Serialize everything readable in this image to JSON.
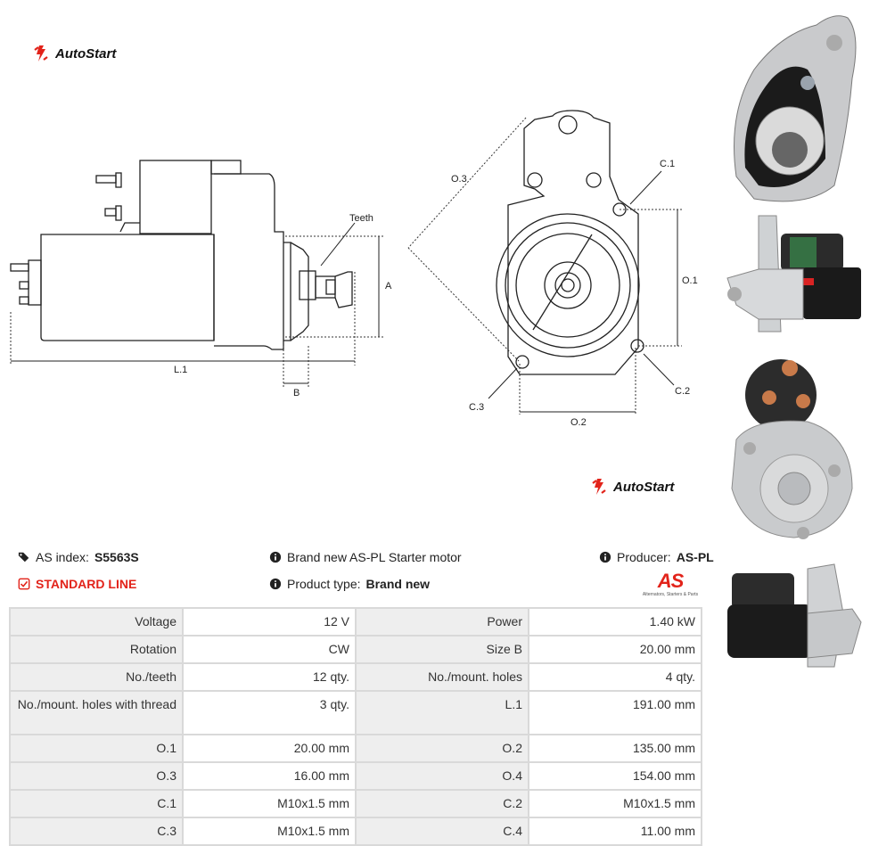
{
  "brand": {
    "name": "AutoStart"
  },
  "drawing": {
    "labels": {
      "teeth": "Teeth",
      "a": "A",
      "b": "B",
      "l1": "L.1",
      "o1": "O.1",
      "o2": "O.2",
      "o3": "O.3",
      "c1": "C.1",
      "c2": "C.2",
      "c3": "C.3"
    }
  },
  "info": {
    "as_index_label": "AS index:",
    "as_index_value": "S5563S",
    "line_label": "STANDARD LINE",
    "description": "Brand new AS-PL Starter motor",
    "product_type_label": "Product type:",
    "product_type_value": "Brand new",
    "producer_label": "Producer:",
    "producer_value": "AS-PL",
    "producer_logo_text": "AS",
    "producer_tagline": "Alternators, Starters & Parts"
  },
  "specs": [
    [
      {
        "k": "Voltage",
        "v": "12 V"
      },
      {
        "k": "Power",
        "v": "1.40 kW"
      }
    ],
    [
      {
        "k": "Rotation",
        "v": "CW"
      },
      {
        "k": "Size B",
        "v": "20.00 mm"
      }
    ],
    [
      {
        "k": "No./teeth",
        "v": "12 qty."
      },
      {
        "k": "No./mount. holes",
        "v": "4 qty."
      }
    ],
    [
      {
        "k": "No./mount. holes with thread",
        "v": "3 qty."
      },
      {
        "k": "L.1",
        "v": "191.00 mm"
      }
    ],
    [
      {
        "k": "O.1",
        "v": "20.00 mm"
      },
      {
        "k": "O.2",
        "v": "135.00 mm"
      }
    ],
    [
      {
        "k": "O.3",
        "v": "16.00 mm"
      },
      {
        "k": "O.4",
        "v": "154.00 mm"
      }
    ],
    [
      {
        "k": "C.1",
        "v": "M10x1.5 mm"
      },
      {
        "k": "C.2",
        "v": "M10x1.5 mm"
      }
    ],
    [
      {
        "k": "C.3",
        "v": "M10x1.5 mm"
      },
      {
        "k": "C.4",
        "v": "11.00 mm"
      }
    ]
  ],
  "colors": {
    "accent": "#e2231a",
    "table_border": "#d9d9d9",
    "key_bg": "#eeeeee"
  },
  "icons": {
    "brand": "autostart-logo-icon",
    "tag": "tags-icon",
    "info": "info-circle-icon",
    "check": "check-square-icon"
  }
}
